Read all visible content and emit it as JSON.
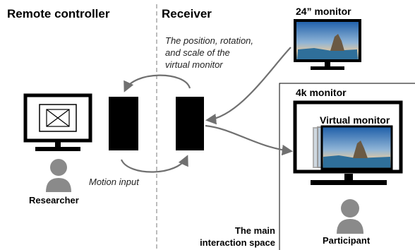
{
  "labels": {
    "remote_controller": "Remote controller",
    "receiver": "Receiver",
    "monitor_24": "24” monitor",
    "monitor_4k": "4k monitor",
    "virtual_monitor": "Virtual monitor",
    "annotation": [
      "The position, rotation,",
      "and scale of the",
      "virtual monitor"
    ],
    "motion_input": "Motion input",
    "researcher": "Researcher",
    "participant": "Participant",
    "interaction_space": [
      "The main",
      "interaction space"
    ]
  },
  "colors": {
    "ink": "#000000",
    "arrow": "#707070",
    "person": "#8a8a8a",
    "divider": "#999999",
    "sky_top": "#1c5da8",
    "sky_bottom": "#d8c6a8",
    "water": "#2f6f9a"
  },
  "icons": {
    "placeholder_image": "image-placeholder-icon",
    "wallpaper": "landscape-wallpaper"
  }
}
